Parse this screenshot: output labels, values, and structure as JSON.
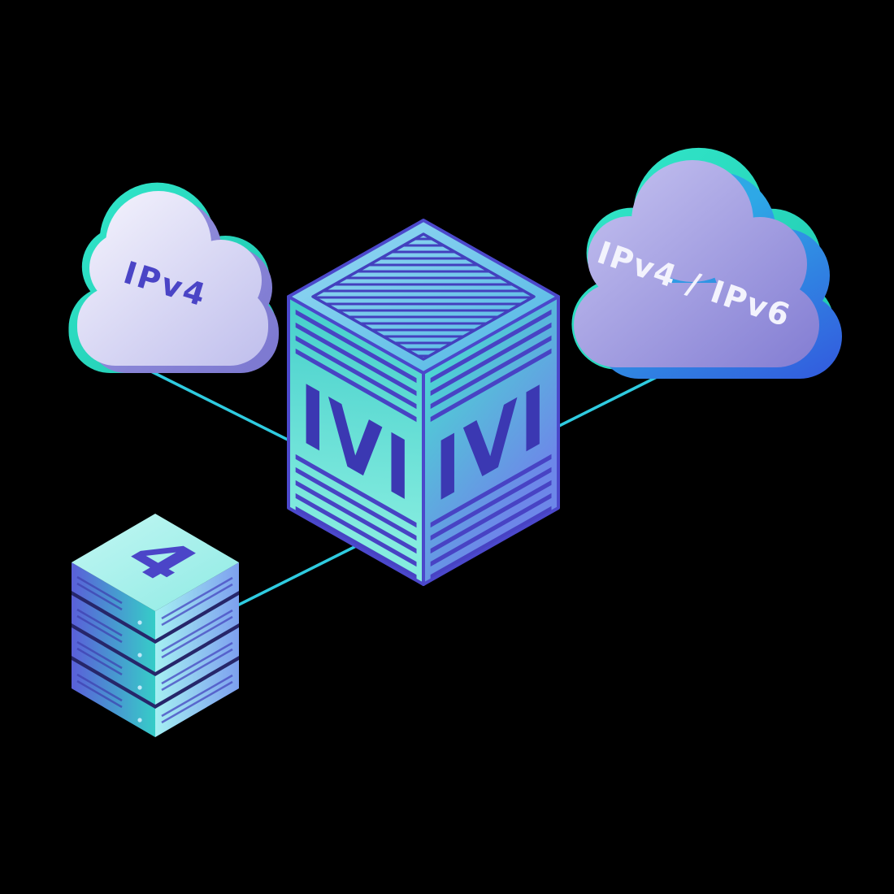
{
  "scene": {
    "background_color": "#000000",
    "connection_line_color": "#2fcbe0",
    "left_cloud": {
      "label": "IPv4",
      "label_color": "#4a44c6",
      "body_color": "#d9d8f4",
      "back_accent_color": "#2ce2c6"
    },
    "right_cloud": {
      "label": "IPv4 / IPv6",
      "label_color": "#f3f3fd",
      "body_color": "#9b96dd",
      "back_accent_colors": [
        "#2ce2c6",
        "#2f63e0"
      ]
    },
    "cube": {
      "left_face_label": "IVI",
      "right_face_label": "IVI",
      "label_color": "#3b38b2",
      "face_color": "#54d8d4",
      "edge_color": "#4b48cb"
    },
    "server_stack": {
      "label": "4",
      "label_color": "#4b45c8",
      "unit_count": 4
    }
  }
}
